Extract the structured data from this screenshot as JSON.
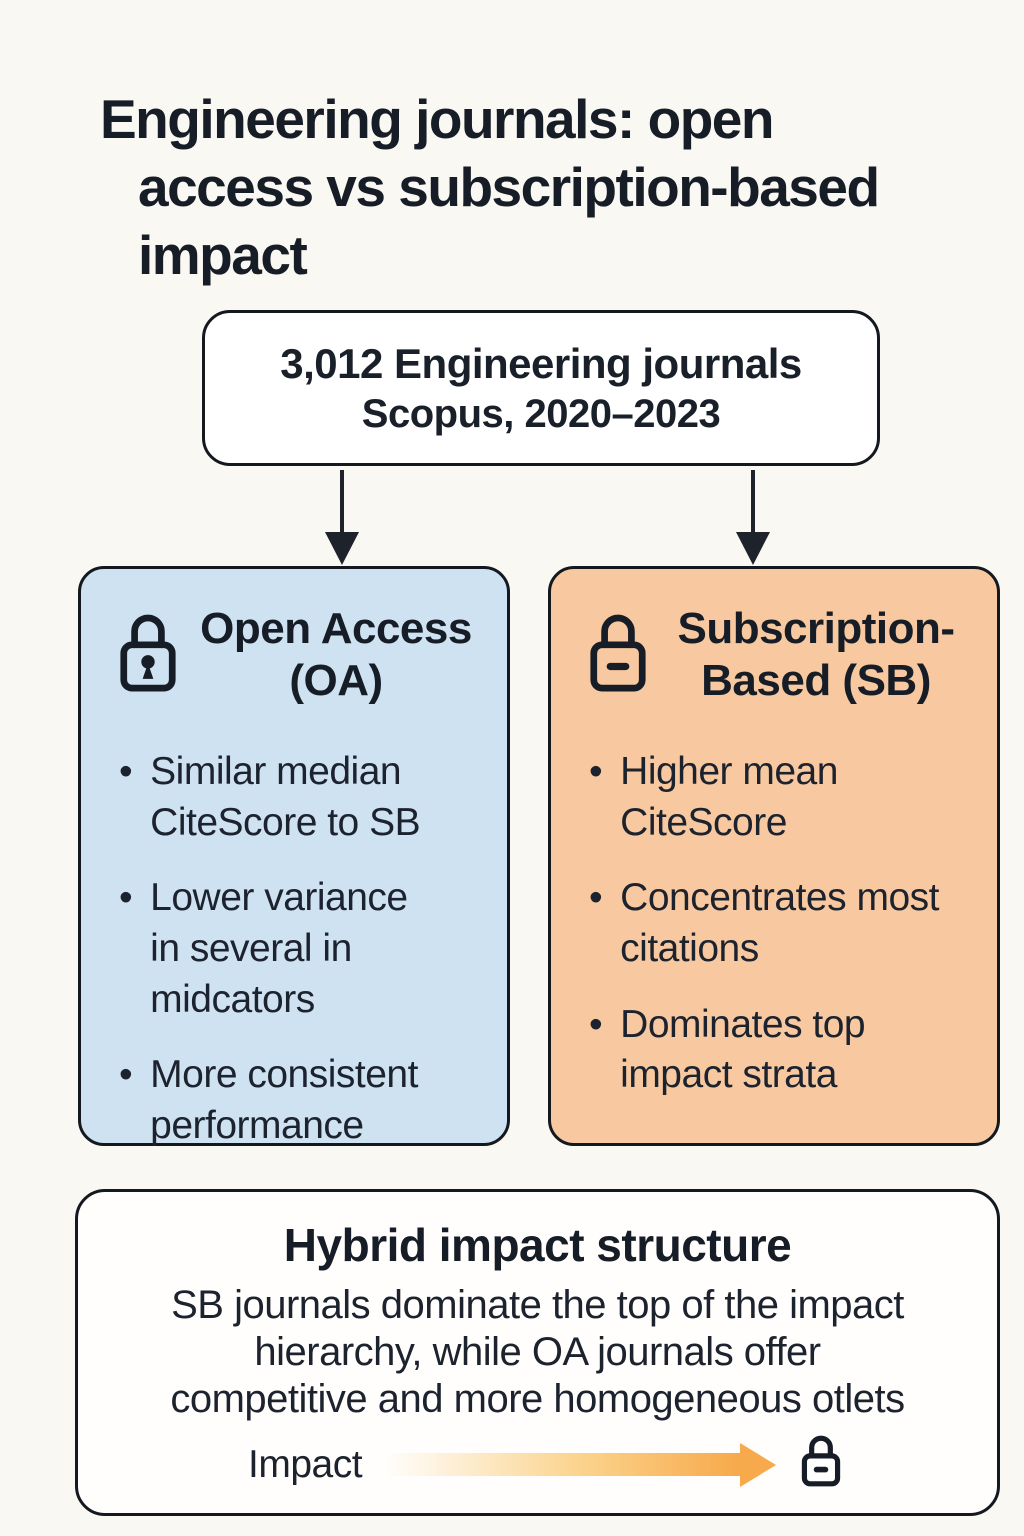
{
  "page": {
    "background_color": "#faf8f3",
    "ink_color": "#171d27"
  },
  "title": "Engineering journals: open\naccess vs subscription-based\nimpact",
  "source_box": {
    "line1": "3,012 Engineering journals",
    "line2": "Scopus, 2020–2023"
  },
  "oa_card": {
    "accent_color": "#cfe2f2",
    "icon": "closed-padlock-keyhole",
    "title": "Open Access\n(OA)",
    "bullet_glyph": "•",
    "bullets": [
      "Similar median\nCiteScore to SB",
      "Lower variance\nin several in\nmidcators",
      "More consistent\nperformance"
    ]
  },
  "sb_card": {
    "accent_color": "#f8c9a0",
    "icon": "closed-padlock-dash",
    "title": "Subscription-\nBased (SB)",
    "bullet_glyph": "•",
    "bullets": [
      "Higher mean\nCiteScore",
      "Concentrates most\ncitations",
      "Dominates top\nimpact strata"
    ]
  },
  "summary_box": {
    "title": "Hybrid impact structure",
    "body": "SB journals dominate the top of the impact\nhierarchy, while OA journals offer\ncompetitive and more homogeneous otlets",
    "axis_label": "Impact",
    "arrow_gradient_start": "#fdf3de",
    "arrow_gradient_end": "#f7a94b",
    "end_icon": "closed-padlock-dash"
  }
}
